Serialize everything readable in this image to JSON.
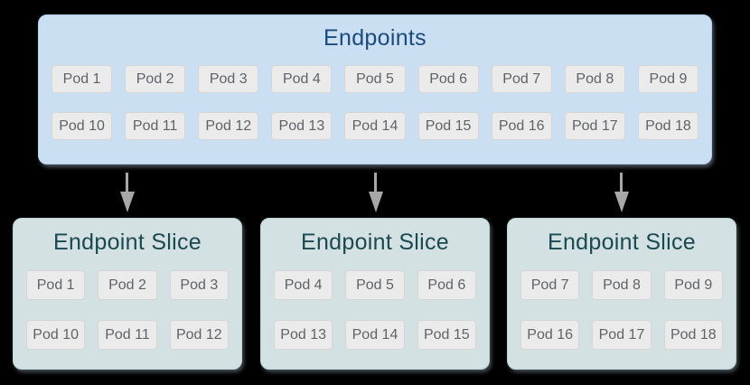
{
  "colors": {
    "page_background": "#000000",
    "endpoints_box_bg": "#cbdff2",
    "endpoints_box_border": "#b6cfe9",
    "endpoints_title_color": "#1b4a7d",
    "slice_box_bg": "#d3e1e3",
    "slice_box_border": "#bdd2d5",
    "slice_title_color": "#1a4950",
    "pod_bg": "#ebebeb",
    "pod_border": "#d6d6d6",
    "pod_text_color": "#5f6368",
    "arrow_color": "#a7a7a7"
  },
  "endpoints": {
    "title": "Endpoints",
    "pods": [
      "Pod 1",
      "Pod 2",
      "Pod 3",
      "Pod 4",
      "Pod 5",
      "Pod 6",
      "Pod 7",
      "Pod 8",
      "Pod 9",
      "Pod 10",
      "Pod 11",
      "Pod 12",
      "Pod 13",
      "Pod 14",
      "Pod 15",
      "Pod 16",
      "Pod 17",
      "Pod 18"
    ]
  },
  "slices": [
    {
      "title": "Endpoint Slice",
      "pods": [
        "Pod 1",
        "Pod 2",
        "Pod 3",
        "Pod 10",
        "Pod 11",
        "Pod 12"
      ]
    },
    {
      "title": "Endpoint Slice",
      "pods": [
        "Pod 4",
        "Pod 5",
        "Pod 6",
        "Pod 13",
        "Pod 14",
        "Pod 15"
      ]
    },
    {
      "title": "Endpoint Slice",
      "pods": [
        "Pod 7",
        "Pod 8",
        "Pod 9",
        "Pod 16",
        "Pod 17",
        "Pod 18"
      ]
    }
  ]
}
